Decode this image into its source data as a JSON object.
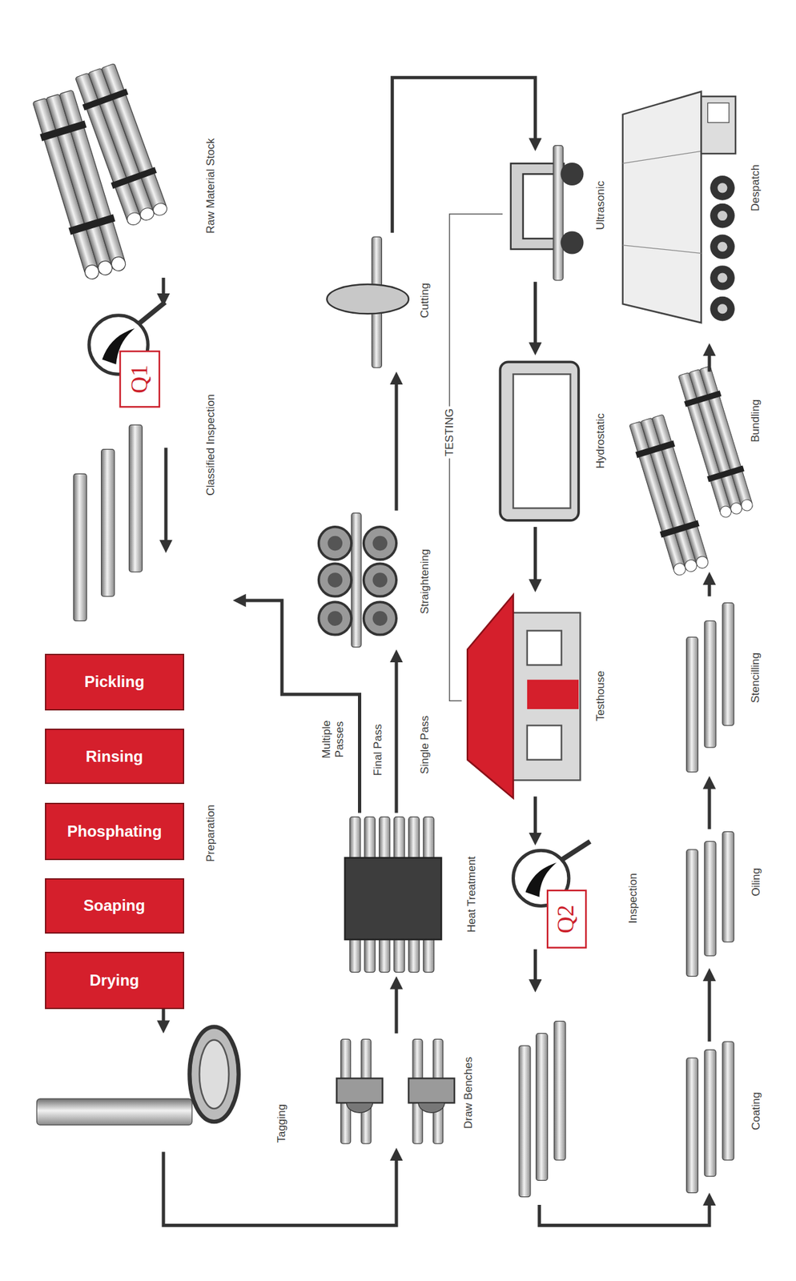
{
  "diagram": {
    "nodes": [
      {
        "text": [
          "Raw Material Stock"
        ]
      },
      {
        "text": [
          "Classified Inspection"
        ]
      },
      {
        "text": [
          "Preparation"
        ]
      },
      {
        "text": [
          "Pickling"
        ],
        "in": 2
      },
      {
        "text": [
          "Rinsing"
        ],
        "in": 2
      },
      {
        "text": [
          "Phosphating"
        ],
        "in": 2
      },
      {
        "text": [
          "Soaping"
        ],
        "in": 2
      },
      {
        "text": [
          "Drying"
        ],
        "in": 2
      },
      {
        "text": [
          "Tagging"
        ]
      },
      {
        "text": [
          "Draw Benches"
        ]
      },
      {
        "text": [
          "Heat Treatment"
        ]
      },
      {
        "text": [
          "Straightening"
        ]
      },
      {
        "text": [
          "Cutting"
        ]
      },
      {
        "text": [
          "Ultrasonic"
        ]
      },
      {
        "text": [
          "Hydrostatic"
        ]
      },
      {
        "text": [
          "Testhouse"
        ]
      },
      {
        "text": [
          "Inspection"
        ]
      },
      {
        "text": [
          "Coating"
        ]
      },
      {
        "text": [
          "Oiling"
        ]
      },
      {
        "text": [
          "Stencilling"
        ]
      },
      {
        "text": [
          "Bundling"
        ]
      },
      {
        "text": [
          "Despatch"
        ]
      }
    ],
    "edges": [
      {
        "from": 0,
        "to": 1,
        "arrow": "to"
      },
      {
        "from": 7,
        "to": 8,
        "arrow": "to"
      },
      {
        "from": 8,
        "to": 9,
        "arrow": "to"
      },
      {
        "from": 9,
        "to": 10,
        "arrow": "to"
      },
      {
        "from": 10,
        "to": 11,
        "label": "Final Pass",
        "arrow": "to"
      },
      {
        "from": 10,
        "to": 1,
        "label": "Multiple Passes",
        "arrow": "to"
      },
      {
        "from": 11,
        "to": 12,
        "arrow": "to"
      },
      {
        "from": 12,
        "to": 13,
        "arrow": "to"
      },
      {
        "from": 13,
        "to": 14,
        "arrow": "to"
      },
      {
        "from": 14,
        "to": 15,
        "arrow": "to"
      },
      {
        "from": 15,
        "to": 16,
        "arrow": "to"
      },
      {
        "from": 16,
        "to": 17,
        "arrow": "to"
      },
      {
        "from": 17,
        "to": 18,
        "arrow": "to"
      },
      {
        "from": 18,
        "to": 19,
        "arrow": "to"
      },
      {
        "from": 19,
        "to": 20,
        "arrow": "to"
      },
      {
        "from": 20,
        "to": 21,
        "arrow": "to"
      },
      {
        "from": 15,
        "to": 13,
        "label": "TESTING",
        "arrow": "none"
      }
    ],
    "labels": [
      "Q1",
      "Q2",
      "Single Pass"
    ]
  }
}
